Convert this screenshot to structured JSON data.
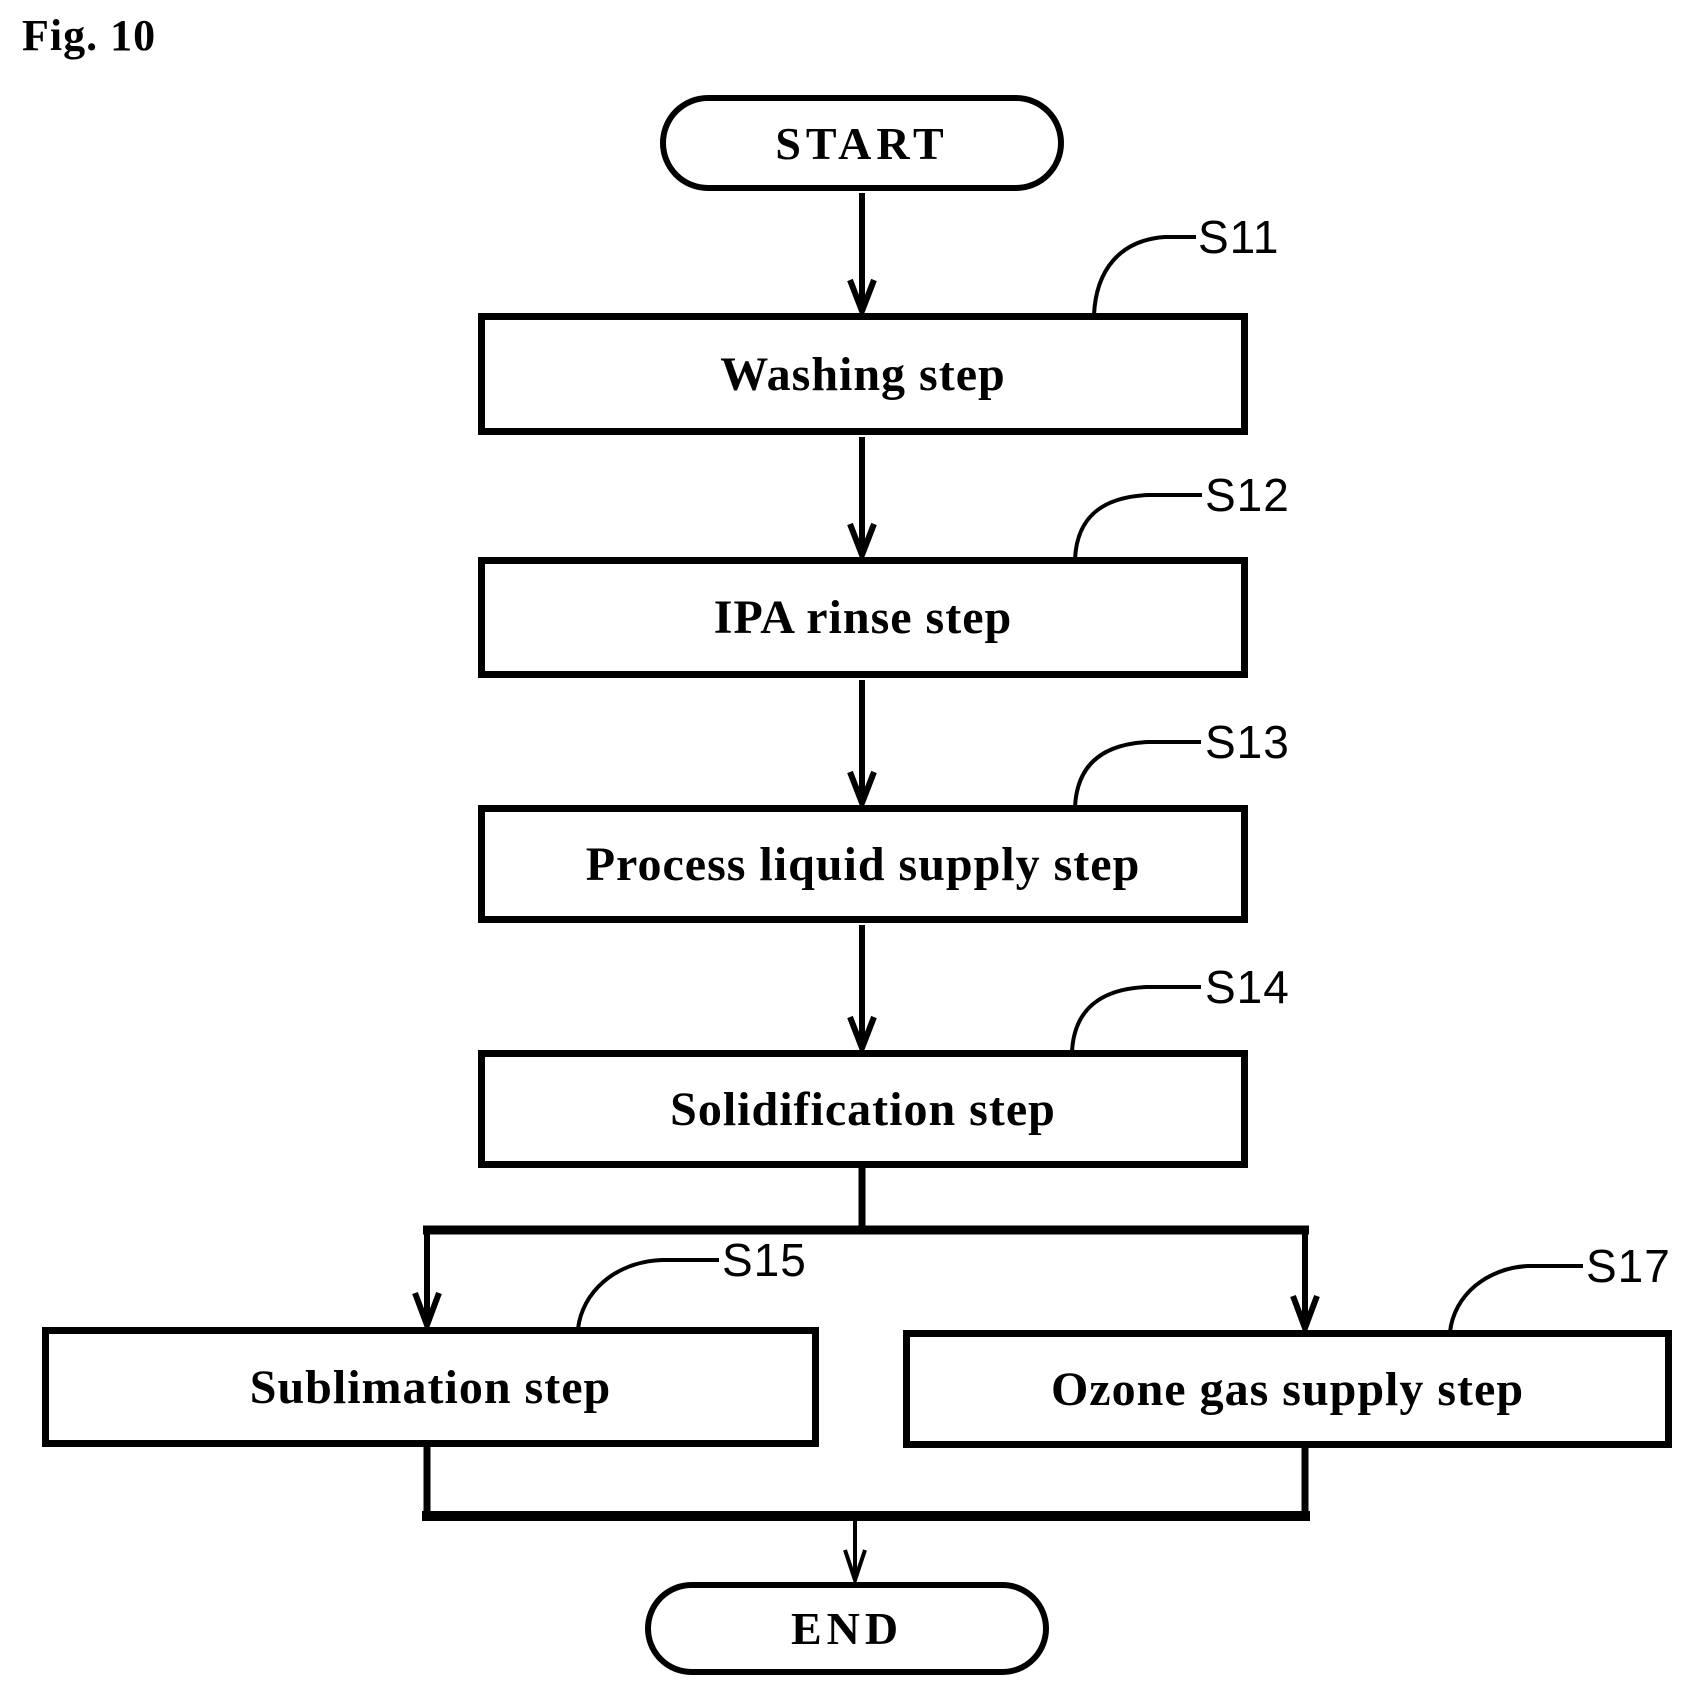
{
  "figure": {
    "label": "Fig. 10"
  },
  "colors": {
    "ink": "#000000",
    "background": "#ffffff"
  },
  "flowchart": {
    "start": {
      "label": "START"
    },
    "end": {
      "label": "END"
    },
    "steps": [
      {
        "id": "S11",
        "label": "Washing step"
      },
      {
        "id": "S12",
        "label": "IPA rinse step"
      },
      {
        "id": "S13",
        "label": "Process liquid supply step"
      },
      {
        "id": "S14",
        "label": "Solidification step"
      },
      {
        "id": "S15",
        "label": "Sublimation step"
      },
      {
        "id": "S17",
        "label": "Ozone gas supply step"
      }
    ]
  }
}
